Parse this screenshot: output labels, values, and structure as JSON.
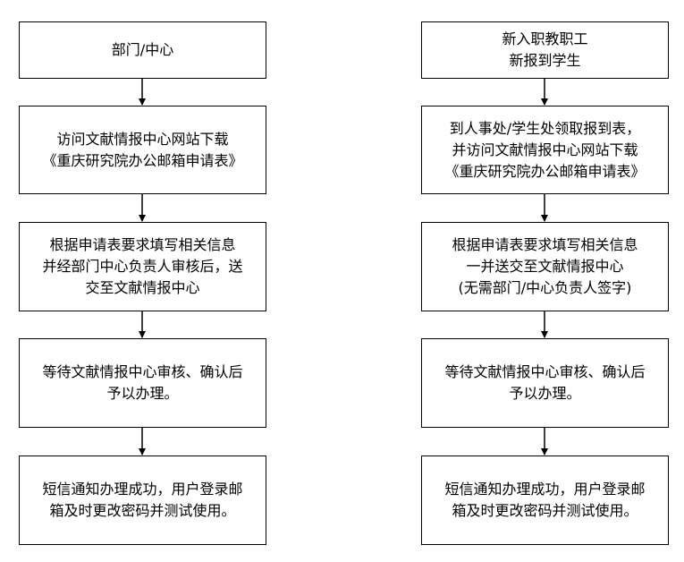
{
  "left_flow": [
    {
      "lines": [
        "部门/中心"
      ]
    },
    {
      "lines": [
        "访问文献情报中心网站下载",
        "《重庆研究院办公邮箱申请表》"
      ]
    },
    {
      "lines": [
        "根据申请表要求填写相关信息",
        "并经部门中心负责人审核后，送",
        "交至文献情报中心"
      ]
    },
    {
      "lines": [
        "等待文献情报中心审核、确认后",
        "予以办理。"
      ]
    },
    {
      "lines": [
        "短信通知办理成功，用户登录邮",
        "箱及时更改密码并测试使用。"
      ]
    }
  ],
  "right_flow": [
    {
      "lines": [
        "新入职教职工",
        "新报到学生"
      ]
    },
    {
      "lines": [
        "到人事处/学生处领取报到表，",
        "并访问文献情报中心网站下载",
        "《重庆研究院办公邮箱申请表》"
      ]
    },
    {
      "lines": [
        "根据申请表要求填写相关信息",
        "一并送交至文献情报中心",
        "(无需部门/中心负责人签字)"
      ]
    },
    {
      "lines": [
        "等待文献情报中心审核、确认后",
        "予以办理。"
      ]
    },
    {
      "lines": [
        "短信通知办理成功，用户登录邮",
        "箱及时更改密码并测试使用。"
      ]
    }
  ]
}
